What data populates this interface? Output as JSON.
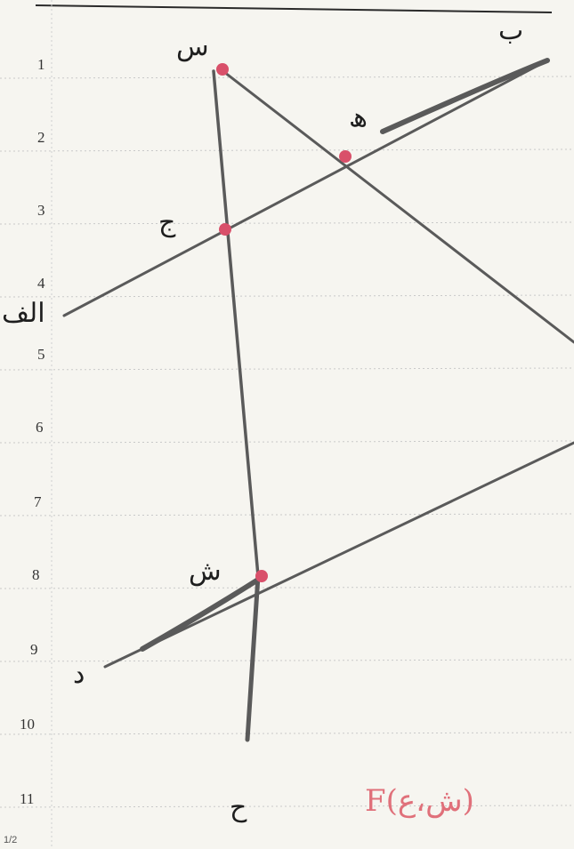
{
  "notebook": {
    "line_numbers": [
      "1",
      "2",
      "3",
      "4",
      "5",
      "6",
      "7",
      "8",
      "9",
      "10",
      "11"
    ],
    "page_number": "1/2"
  },
  "diagram": {
    "point_labels": {
      "s": "س",
      "b": "ب",
      "h": "ھ",
      "j": "ج",
      "alif": "الف",
      "sh": "ش",
      "d": "د",
      "ha": "ح"
    },
    "caption": "F(ش،ع)"
  },
  "colors": {
    "pencil": "#5a5a5a",
    "point_mark": "#d9506a",
    "caption": "#e0707a",
    "rule_line": "#c9c9c9"
  }
}
